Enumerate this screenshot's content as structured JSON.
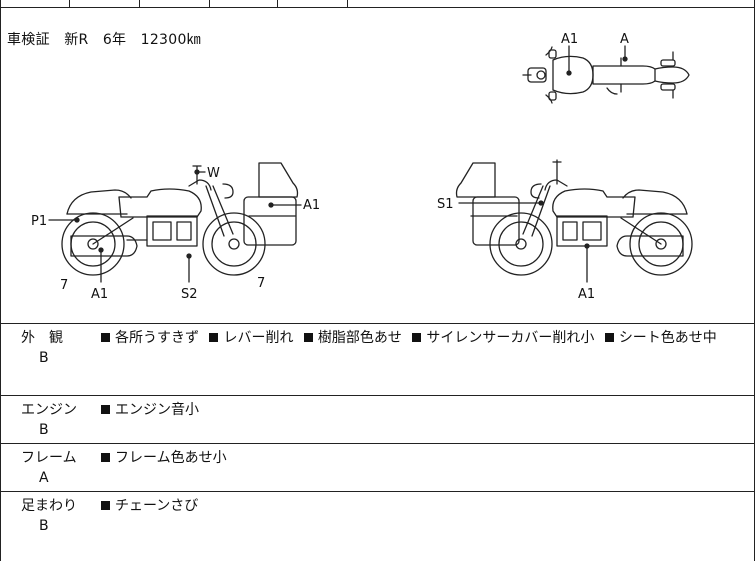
{
  "header": {
    "fragment": "〜, …",
    "registration": "車検証　新R　6年　12300㎞"
  },
  "diagram_labels": {
    "top_a1": "A1",
    "top_a": "A",
    "left_w": "W",
    "left_p1": "P1",
    "left_a1_bag": "A1",
    "left_7a": "7",
    "left_a1_bottom": "A1",
    "left_s2": "S2",
    "left_7b": "7",
    "right_s1": "S1",
    "right_a1_bottom": "A1"
  },
  "sections": [
    {
      "category": "外　観",
      "grade": "B",
      "notes": [
        "各所うすきず",
        "レバー削れ",
        "樹脂部色あせ",
        "サイレンサーカバー削れ小",
        "シート色あせ中"
      ]
    },
    {
      "category": "エンジン",
      "grade": "B",
      "notes": [
        "エンジン音小"
      ]
    },
    {
      "category": "フレーム",
      "grade": "A",
      "notes": [
        "フレーム色あせ小"
      ]
    },
    {
      "category": "足まわり",
      "grade": "B",
      "notes": [
        "チェーンさび"
      ]
    }
  ]
}
